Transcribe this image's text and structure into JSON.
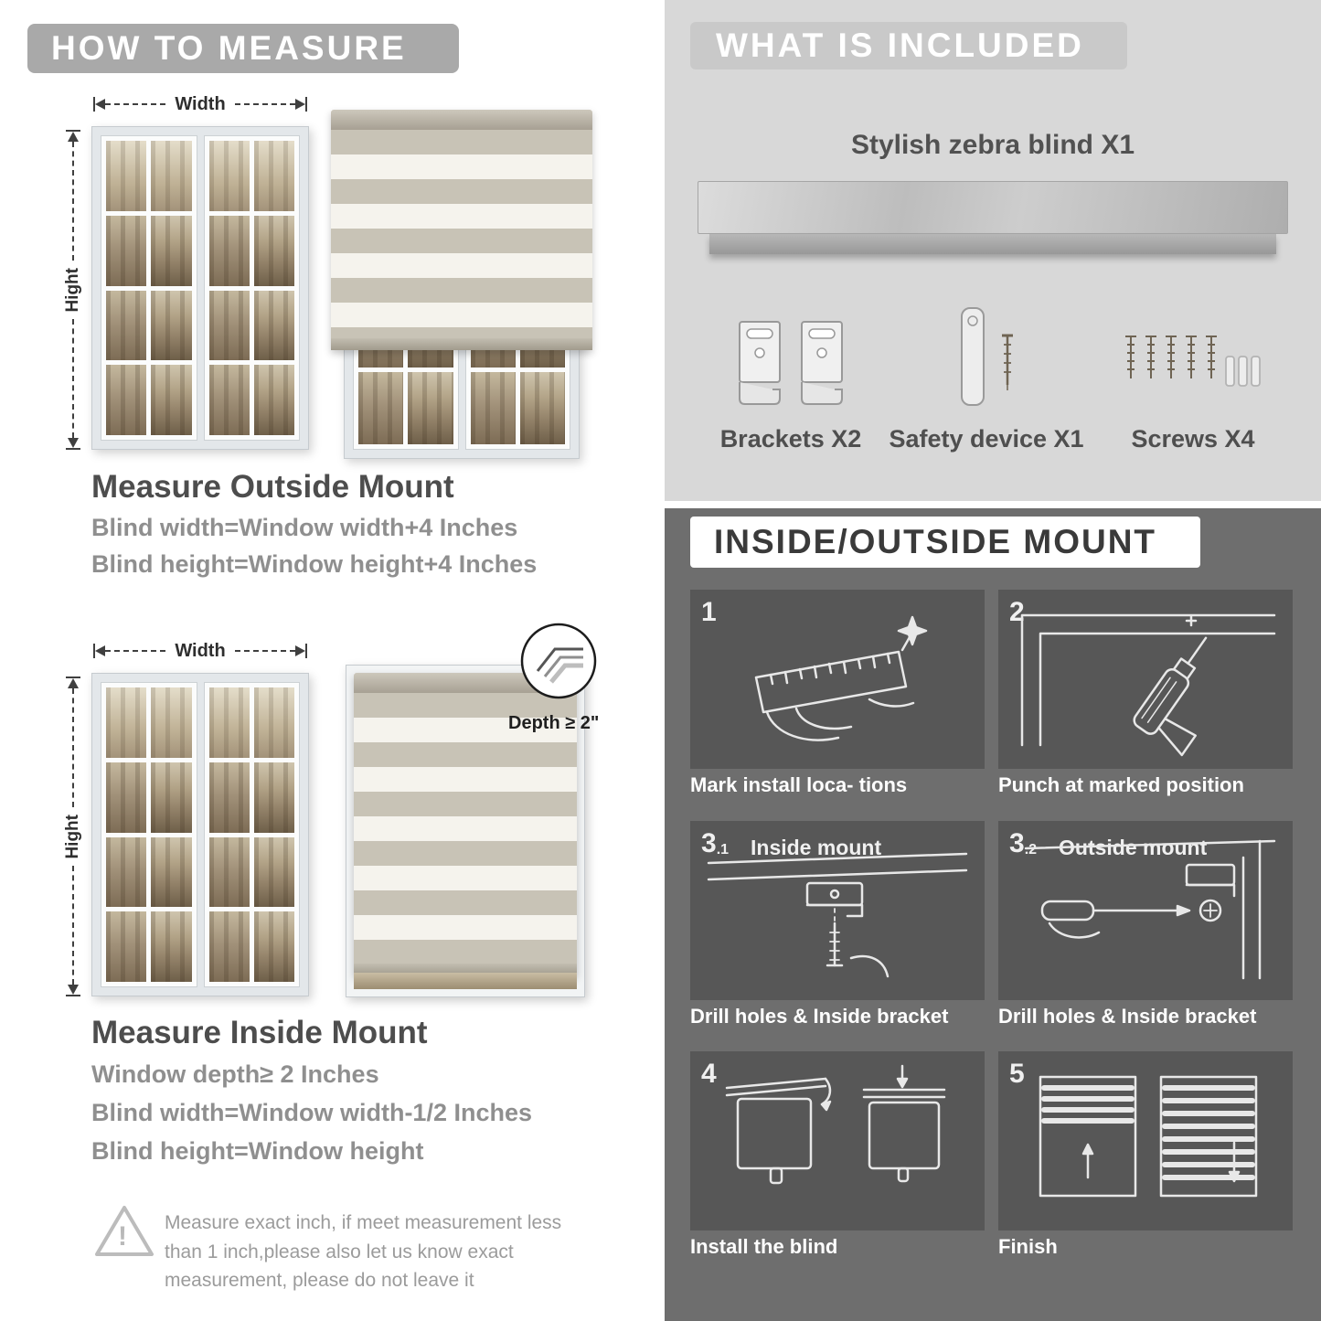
{
  "palette": {
    "header_gray": "#a9a9a9",
    "included_bg": "#d8d8d8",
    "mount_bg": "#6e6e6e",
    "panel_gray": "#575757"
  },
  "left": {
    "header": "HOW TO MEASURE",
    "outside_mount": {
      "width_label": "Width",
      "height_label": "Hight",
      "title": "Measure Outside Mount",
      "lines": [
        "Blind width=Window width+4 Inches",
        "Blind height=Window height+4 Inches"
      ]
    },
    "inside_mount": {
      "width_label": "Width",
      "height_label": "Hight",
      "depth_label": "Depth ≥ 2\"",
      "title": "Measure Inside Mount",
      "lines": [
        "Window depth≥ 2 Inches",
        "Blind width=Window width-1/2 Inches",
        "Blind height=Window height"
      ]
    },
    "warning_icon": "!",
    "warning_text": "Measure exact inch, if meet measurement less\nthan 1 inch,please also let us know exact\nmeasurement, please do not leave it"
  },
  "included": {
    "header": "WHAT IS INCLUDED",
    "product_label": "Stylish zebra blind X1",
    "items": [
      {
        "label": "Brackets X2"
      },
      {
        "label": "Safety device X1"
      },
      {
        "label": "Screws X4"
      }
    ]
  },
  "mount_guide": {
    "header": "INSIDE/OUTSIDE MOUNT",
    "steps": [
      {
        "num": "1",
        "caption": "Mark install loca- tions"
      },
      {
        "num": "2",
        "caption": "Punch at  marked position"
      },
      {
        "num": "3",
        "sub": ".1",
        "title": "Inside mount",
        "caption": "Drill holes &  Inside bracket"
      },
      {
        "num": "3",
        "sub": ".2",
        "title": "Outside mount",
        "caption": "Drill holes &  Inside bracket"
      },
      {
        "num": "4",
        "caption": "Install the blind"
      },
      {
        "num": "5",
        "caption": "Finish"
      }
    ]
  }
}
